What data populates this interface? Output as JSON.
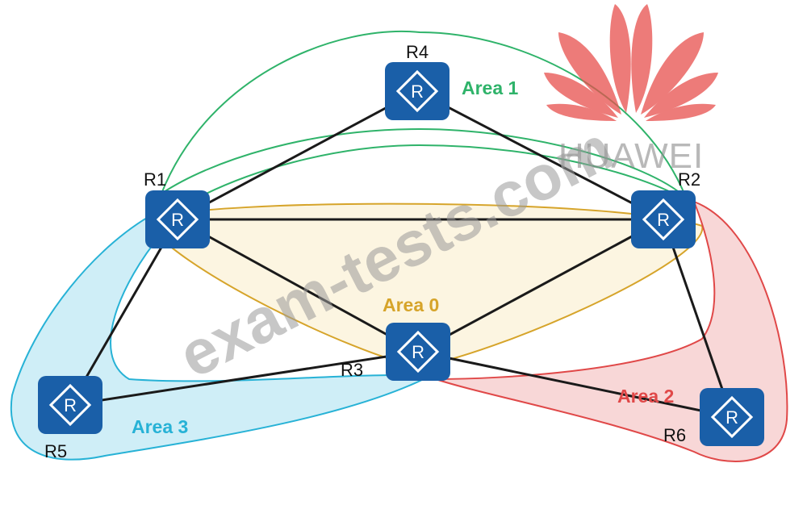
{
  "routers": [
    {
      "id": "R1",
      "label": "R1"
    },
    {
      "id": "R2",
      "label": "R2"
    },
    {
      "id": "R3",
      "label": "R3"
    },
    {
      "id": "R4",
      "label": "R4"
    },
    {
      "id": "R5",
      "label": "R5"
    },
    {
      "id": "R6",
      "label": "R6"
    }
  ],
  "router_icon_letter": "R",
  "links": [
    [
      "R1",
      "R4"
    ],
    [
      "R4",
      "R2"
    ],
    [
      "R1",
      "R2"
    ],
    [
      "R1",
      "R3"
    ],
    [
      "R2",
      "R3"
    ],
    [
      "R1",
      "R5"
    ],
    [
      "R5",
      "R3"
    ],
    [
      "R3",
      "R6"
    ],
    [
      "R2",
      "R6"
    ]
  ],
  "areas": [
    {
      "name": "Area 0",
      "color": "#d6a42a"
    },
    {
      "name": "Area 1",
      "color": "#2fb36a"
    },
    {
      "name": "Area 2",
      "color": "#e04848"
    },
    {
      "name": "Area 3",
      "color": "#27b2d6"
    }
  ],
  "logo": {
    "text": "HUAWEI",
    "color": "#e8504d"
  },
  "watermark": "exam-tests.com",
  "colors": {
    "router": "#1a5fa8",
    "link": "#1a1a1a"
  }
}
